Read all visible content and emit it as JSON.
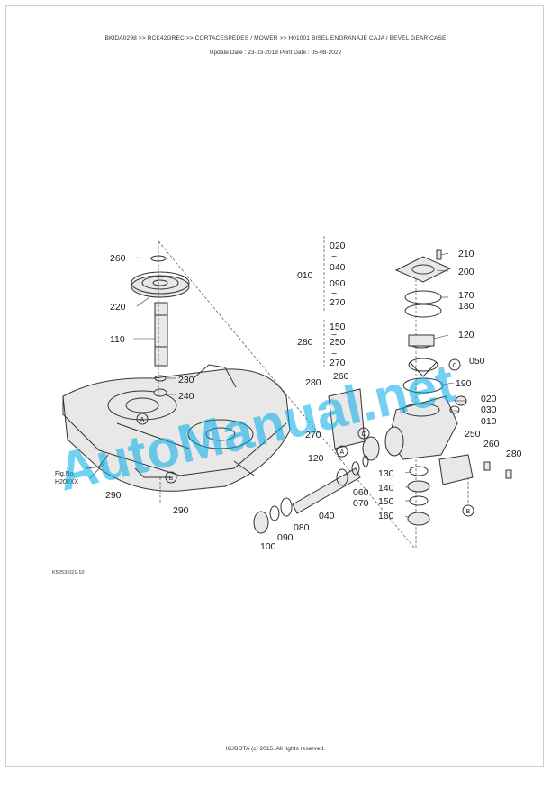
{
  "header": {
    "breadcrumb": "BKIDA0298 >> RCK42GREC >> CORTACESPEDES / MOWER >> H01001   BISEL ENGRANAJE CAJA / BEVEL GEAR CASE",
    "dates": "Update Date : 23-03-2018   Print Date : 05-08-2022"
  },
  "diagram": {
    "callouts": [
      "260",
      "220",
      "110",
      "230",
      "240",
      "290",
      "290",
      "010",
      "020",
      "040",
      "090",
      "270",
      "280",
      "150",
      "250",
      "270",
      "280",
      "260",
      "270",
      "120",
      "060",
      "070",
      "080",
      "040",
      "090",
      "100",
      "210",
      "200",
      "170",
      "180",
      "120",
      "050",
      "190",
      "020",
      "030",
      "010",
      "250",
      "260",
      "280",
      "130",
      "140",
      "150",
      "160"
    ],
    "tildes": [
      "~",
      "~",
      "~",
      "~"
    ],
    "ref_letters": [
      "A",
      "B",
      "A",
      "C",
      "C",
      "B"
    ],
    "fig_ref": [
      "Fig.No.",
      "H200XX"
    ],
    "watermark": "AutoManual.net"
  },
  "figure_code": "K5253-021-10",
  "footer": {
    "copyright": "KUBOTA (c) 2015. All rights reserved."
  }
}
